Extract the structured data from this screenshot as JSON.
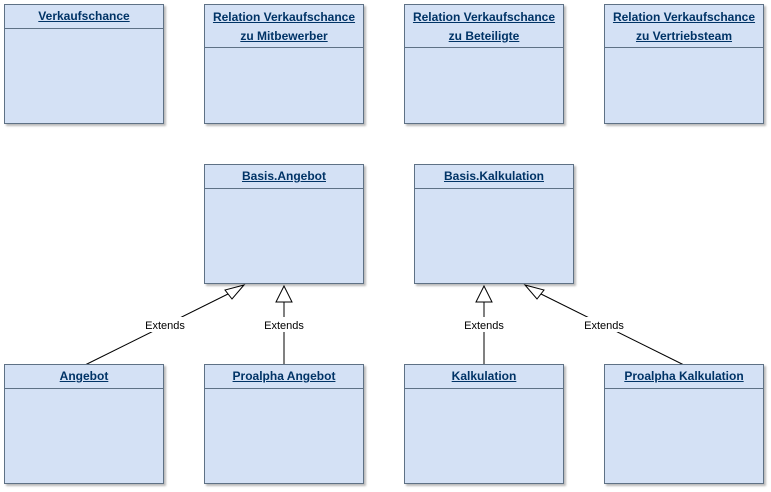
{
  "diagram": {
    "classes": [
      {
        "id": "verkaufschance",
        "title": "Verkaufschance"
      },
      {
        "id": "rel-mitbewerber",
        "title": "Relation Verkaufschance\nzu Mitbewerber"
      },
      {
        "id": "rel-beteiligte",
        "title": "Relation Verkaufschance\nzu Beteiligte"
      },
      {
        "id": "rel-vertriebsteam",
        "title": "Relation Verkaufschance\nzu Vertriebsteam"
      },
      {
        "id": "basis-angebot",
        "title": "Basis.Angebot"
      },
      {
        "id": "basis-kalkulation",
        "title": "Basis.Kalkulation"
      },
      {
        "id": "angebot",
        "title": "Angebot"
      },
      {
        "id": "proalpha-angebot",
        "title": "Proalpha Angebot"
      },
      {
        "id": "kalkulation",
        "title": "Kalkulation"
      },
      {
        "id": "proalpha-kalkulation",
        "title": "Proalpha Kalkulation"
      }
    ],
    "relations": [
      {
        "from": "angebot",
        "to": "basis-angebot",
        "label": "Extends"
      },
      {
        "from": "proalpha-angebot",
        "to": "basis-angebot",
        "label": "Extends"
      },
      {
        "from": "kalkulation",
        "to": "basis-kalkulation",
        "label": "Extends"
      },
      {
        "from": "proalpha-kalkulation",
        "to": "basis-kalkulation",
        "label": "Extends"
      }
    ]
  }
}
